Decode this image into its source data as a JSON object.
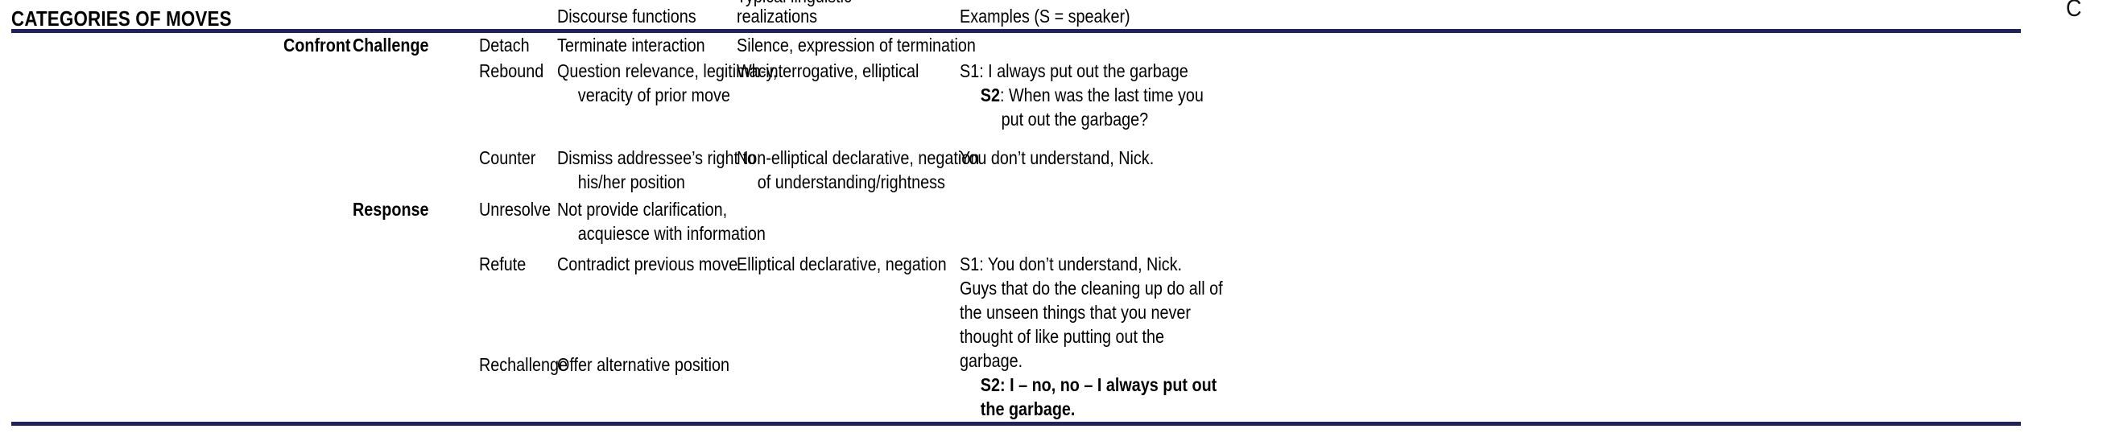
{
  "table": {
    "title": "CATEGORIES OF MOVES",
    "clipped_glyph": "C",
    "rule_color": "#21215e",
    "headers": {
      "categories": "CATEGORIES OF MOVES",
      "discourse_functions": "Discourse functions",
      "typical_realizations_line1": "Typical linguistic",
      "typical_realizations_line2": "realizations",
      "examples": "Examples (S = speaker)"
    },
    "rows": [
      {
        "move": "Confront",
        "type": "Challenge",
        "name": "Detach",
        "function": "Terminate interaction",
        "realization": "Silence, expression of termination",
        "example": ""
      },
      {
        "move": "",
        "type": "",
        "name": "Rebound",
        "function": "Question relevance, legitimacy, veracity of prior move",
        "realization": "Wh-interrogative, elliptical",
        "example_line1": "S1: I always put out the garbage",
        "example_line2_speaker": "S2",
        "example_line2_text": ": When was the last time you put out the garbage?"
      },
      {
        "move": "",
        "type": "",
        "name": "Counter",
        "function": "Dismiss addressee’s right to his/her position",
        "realization": "Non-elliptical declarative, negation of understanding/rightness",
        "example": "You don’t understand, Nick."
      },
      {
        "move": "",
        "type": "Response",
        "name": "Unresolve",
        "function": "Not provide clarification, acquiesce with information",
        "realization": "",
        "example": ""
      },
      {
        "move": "",
        "type": "",
        "name": "Refute",
        "function": "Contradict previous move",
        "realization": "Elliptical declarative, negation",
        "example_line1": "S1: You don’t understand, Nick. Guys that do the cleaning up do all of the unseen things that you never thought of like putting out the garbage.",
        "example_line2_bold": "S2: I – no, no – I always put out the garbage."
      },
      {
        "move": "",
        "type": "",
        "name": "Rechallenge",
        "function": "Offer alternative position",
        "realization": "",
        "example": ""
      }
    ]
  }
}
